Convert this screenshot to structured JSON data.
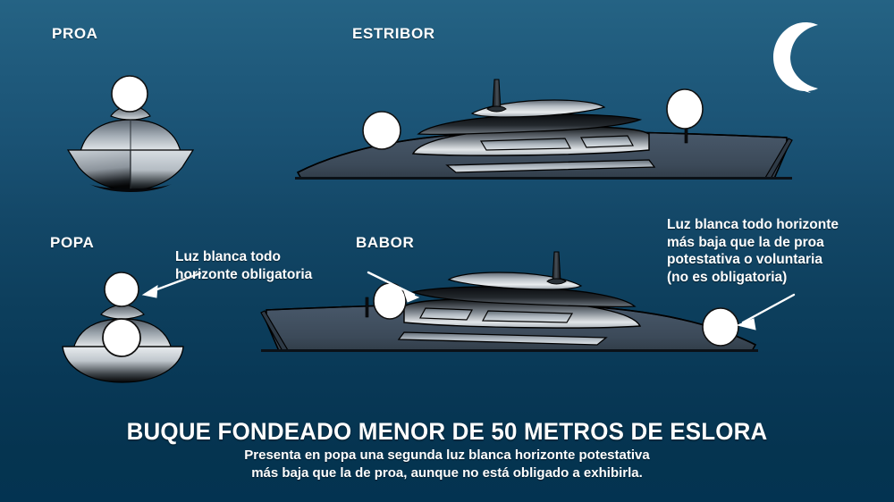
{
  "page": {
    "background_top": "#256384",
    "background_bottom": "#033351",
    "light_color": "#ffffff",
    "hull_color": "#3d4d5c",
    "outline_color": "#000000"
  },
  "view_labels": {
    "bow": "PROA",
    "starboard": "ESTRIBOR",
    "stern": "POPA",
    "port": "BABOR"
  },
  "annotations": {
    "mandatory": {
      "lines": [
        "Luz blanca todo",
        "horizonte obligatoria"
      ],
      "line1": "Luz blanca todo",
      "line2": "horizonte obligatoria"
    },
    "optional": {
      "lines": [
        "Luz blanca todo horizonte",
        "más baja que la de proa",
        "potestativa o voluntaria",
        "(no es obligatoria)"
      ],
      "line1": "Luz blanca todo horizonte",
      "line2": "más baja que la de proa",
      "line3": "potestativa o voluntaria",
      "line4": "(no es obligatoria)"
    }
  },
  "caption": {
    "title": "BUQUE FONDEADO MENOR DE 50 METROS  DE ESLORA",
    "subtitle_line1": "Presenta en popa una segunda luz blanca horizonte potestativa",
    "subtitle_line2": "más baja que la de proa, aunque no está obligado a exhibirla."
  },
  "icons": {
    "moon": "crescent-moon-icon",
    "light": "white-all-round-light-icon",
    "arrow": "pointer-arrow-icon"
  }
}
